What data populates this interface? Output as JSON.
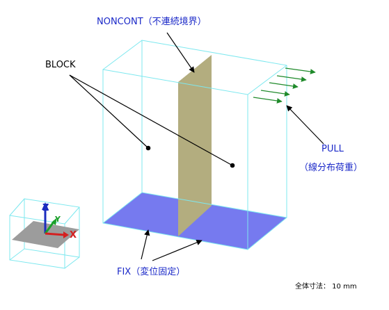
{
  "labels": {
    "noncont": "NONCONT（不連続境界）",
    "block": "BLOCK",
    "pull": "PULL",
    "pull_sub": "（線分布荷重）",
    "fix": "FIX（変位固定）",
    "scale_note": "全体寸法： 10 mm"
  },
  "axes": {
    "z": "Z",
    "y": "Y",
    "x": "X"
  },
  "colors": {
    "label_blue": "#1a28c8",
    "wireframe": "#7de8ef",
    "fix_face": "#6f73ee",
    "noncont_face": "#b3ad7f",
    "load_arrow": "#1f8a2a",
    "axis_z": "#1c2dbf",
    "axis_y": "#1aa02a",
    "axis_x": "#d42020",
    "triad_plane": "#9c9c9c"
  }
}
